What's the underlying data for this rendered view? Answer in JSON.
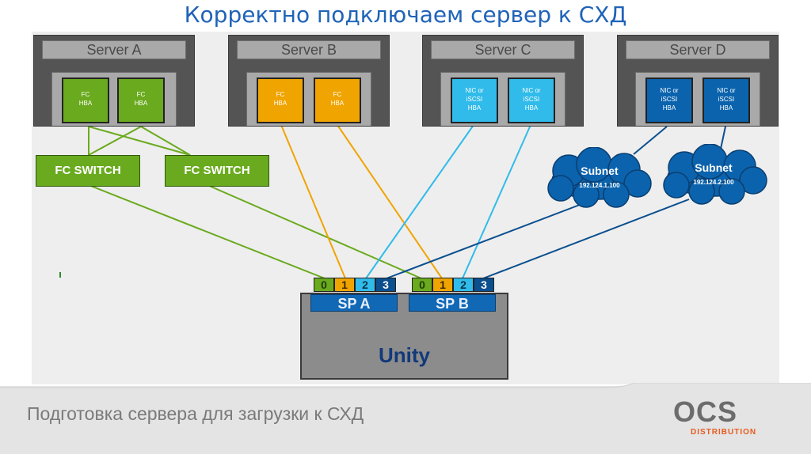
{
  "title": "Корректно подключаем сервер к СХД",
  "servers": [
    {
      "name": "Server A",
      "hbas": [
        [
          "FC",
          "HBA"
        ],
        [
          "FC",
          "HBA"
        ]
      ],
      "color": "#6aaa1e"
    },
    {
      "name": "Server B",
      "hbas": [
        [
          "FC",
          "HBA"
        ],
        [
          "FC",
          "HBA"
        ]
      ],
      "color": "#f0a400"
    },
    {
      "name": "Server C",
      "hbas": [
        [
          "NIC or",
          "iSCSI",
          "HBA"
        ],
        [
          "NIC or",
          "iSCSI",
          "HBA"
        ]
      ],
      "color": "#30bbea"
    },
    {
      "name": "Server D",
      "hbas": [
        [
          "NIC or",
          "iSCSI",
          "HBA"
        ],
        [
          "NIC or",
          "iSCSI",
          "HBA"
        ]
      ],
      "color": "#0b63ad"
    }
  ],
  "switches": [
    "FC SWITCH",
    "FC SWITCH"
  ],
  "subnets": [
    {
      "label": "Subnet",
      "ip": "192.124.1.100"
    },
    {
      "label": "Subnet",
      "ip": "192.124.2.100"
    }
  ],
  "storage": {
    "name": "Unity",
    "processors": [
      {
        "label": "SP A",
        "ports": [
          "0",
          "1",
          "2",
          "3"
        ]
      },
      {
        "label": "SP B",
        "ports": [
          "0",
          "1",
          "2",
          "3"
        ]
      }
    ]
  },
  "footer": {
    "caption": "Подготовка сервера для загрузки к СХД",
    "logo_main": "OCS",
    "logo_sub": "DISTRIBUTION"
  },
  "colors": {
    "fc": "#6aaa1e",
    "fc_direct": "#f0a400",
    "iscsi_direct": "#30bbea",
    "iscsi_subnet": "#0b4f8f",
    "accent": "#e85a1e"
  }
}
